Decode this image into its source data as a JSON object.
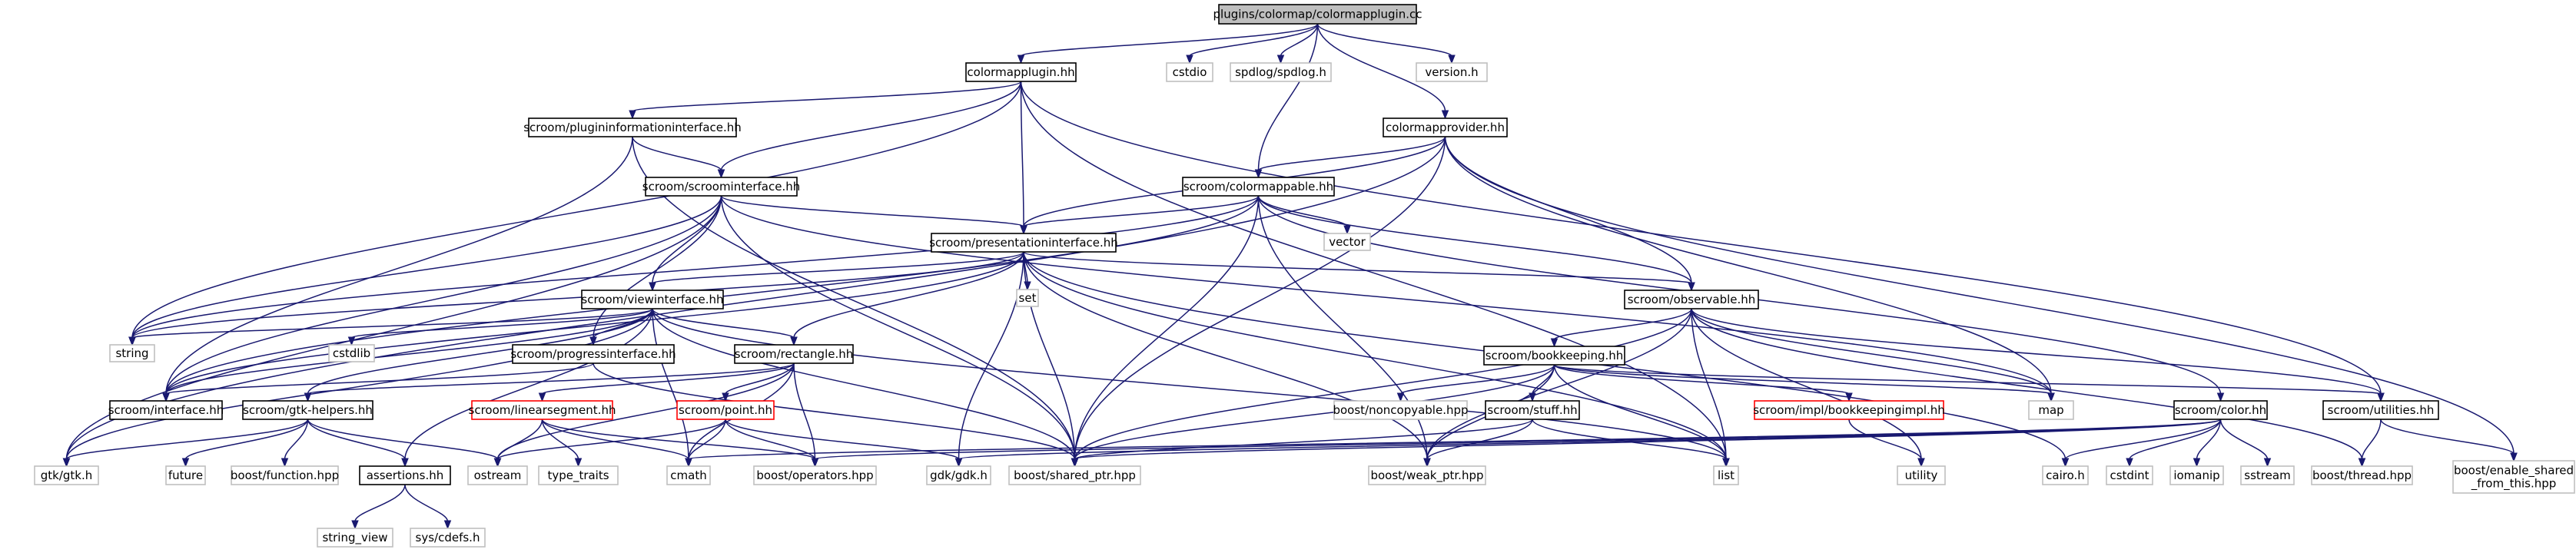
{
  "title": "plugins/colormap/colormapplugin.cc",
  "colors": {
    "edge": "#191970",
    "root_fill": "#bfbfbf",
    "root_stroke": "#000000",
    "documented_stroke": "#000000",
    "external_stroke": "#bfbfbf",
    "missing_stroke": "#ff0000",
    "node_fill": "#ffffff"
  },
  "nodes": [
    {
      "id": "root",
      "label": "plugins/colormap/colormapplugin.cc",
      "kind": "root"
    },
    {
      "id": "colormapplugin_hh",
      "label": "colormapplugin.hh",
      "kind": "documented"
    },
    {
      "id": "cstdio",
      "label": "cstdio",
      "kind": "external"
    },
    {
      "id": "spdlog",
      "label": "spdlog/spdlog.h",
      "kind": "external"
    },
    {
      "id": "version_h",
      "label": "version.h",
      "kind": "external"
    },
    {
      "id": "plugininfo",
      "label": "scroom/plugininformationinterface.hh",
      "kind": "documented"
    },
    {
      "id": "colormapprovider",
      "label": "colormapprovider.hh",
      "kind": "documented"
    },
    {
      "id": "scroominterface",
      "label": "scroom/scroominterface.hh",
      "kind": "documented"
    },
    {
      "id": "colormappable",
      "label": "scroom/colormappable.hh",
      "kind": "documented"
    },
    {
      "id": "vector",
      "label": "vector",
      "kind": "external"
    },
    {
      "id": "presentation",
      "label": "scroom/presentationinterface.hh",
      "kind": "documented"
    },
    {
      "id": "set",
      "label": "set",
      "kind": "external"
    },
    {
      "id": "viewinterface",
      "label": "scroom/viewinterface.hh",
      "kind": "documented"
    },
    {
      "id": "observable",
      "label": "scroom/observable.hh",
      "kind": "documented"
    },
    {
      "id": "string",
      "label": "string",
      "kind": "external"
    },
    {
      "id": "cstdlib",
      "label": "cstdlib",
      "kind": "external"
    },
    {
      "id": "progress",
      "label": "scroom/progressinterface.hh",
      "kind": "documented"
    },
    {
      "id": "rectangle",
      "label": "scroom/rectangle.hh",
      "kind": "documented"
    },
    {
      "id": "bookkeeping",
      "label": "scroom/bookkeeping.hh",
      "kind": "documented"
    },
    {
      "id": "interface",
      "label": "scroom/interface.hh",
      "kind": "documented"
    },
    {
      "id": "gtkhelpers",
      "label": "scroom/gtk-helpers.hh",
      "kind": "documented"
    },
    {
      "id": "linearsegment",
      "label": "scroom/linearsegment.hh",
      "kind": "missing"
    },
    {
      "id": "point",
      "label": "scroom/point.hh",
      "kind": "missing"
    },
    {
      "id": "noncopyable",
      "label": "boost/noncopyable.hpp",
      "kind": "external"
    },
    {
      "id": "stuff",
      "label": "scroom/stuff.hh",
      "kind": "documented"
    },
    {
      "id": "bookkeepingimpl",
      "label": "scroom/impl/bookkeepingimpl.hh",
      "kind": "missing"
    },
    {
      "id": "map",
      "label": "map",
      "kind": "external"
    },
    {
      "id": "color",
      "label": "scroom/color.hh",
      "kind": "documented"
    },
    {
      "id": "utilities",
      "label": "scroom/utilities.hh",
      "kind": "documented"
    },
    {
      "id": "gtk",
      "label": "gtk/gtk.h",
      "kind": "external"
    },
    {
      "id": "future",
      "label": "future",
      "kind": "external"
    },
    {
      "id": "function",
      "label": "boost/function.hpp",
      "kind": "external"
    },
    {
      "id": "assertions",
      "label": "assertions.hh",
      "kind": "documented"
    },
    {
      "id": "ostream",
      "label": "ostream",
      "kind": "external"
    },
    {
      "id": "type_traits",
      "label": "type_traits",
      "kind": "external"
    },
    {
      "id": "cmath",
      "label": "cmath",
      "kind": "external"
    },
    {
      "id": "operators",
      "label": "boost/operators.hpp",
      "kind": "external"
    },
    {
      "id": "gdk",
      "label": "gdk/gdk.h",
      "kind": "external"
    },
    {
      "id": "shared_ptr",
      "label": "boost/shared_ptr.hpp",
      "kind": "external"
    },
    {
      "id": "weak_ptr",
      "label": "boost/weak_ptr.hpp",
      "kind": "external"
    },
    {
      "id": "list",
      "label": "list",
      "kind": "external"
    },
    {
      "id": "utility",
      "label": "utility",
      "kind": "external"
    },
    {
      "id": "cairo",
      "label": "cairo.h",
      "kind": "external"
    },
    {
      "id": "cstdint",
      "label": "cstdint",
      "kind": "external"
    },
    {
      "id": "iomanip",
      "label": "iomanip",
      "kind": "external"
    },
    {
      "id": "sstream",
      "label": "sstream",
      "kind": "external"
    },
    {
      "id": "thread",
      "label": "boost/thread.hpp",
      "kind": "external"
    },
    {
      "id": "enable_shared",
      "label": "boost/enable_shared\n_from_this.hpp",
      "kind": "external"
    },
    {
      "id": "string_view",
      "label": "string_view",
      "kind": "external"
    },
    {
      "id": "cdefs",
      "label": "sys/cdefs.h",
      "kind": "external"
    }
  ],
  "edges": [
    [
      "root",
      "colormapplugin_hh"
    ],
    [
      "root",
      "cstdio"
    ],
    [
      "root",
      "spdlog"
    ],
    [
      "root",
      "version_h"
    ],
    [
      "root",
      "colormapprovider"
    ],
    [
      "root",
      "colormappable"
    ],
    [
      "colormapplugin_hh",
      "plugininfo"
    ],
    [
      "colormapplugin_hh",
      "scroominterface"
    ],
    [
      "colormapplugin_hh",
      "presentation"
    ],
    [
      "colormapplugin_hh",
      "string"
    ],
    [
      "colormapplugin_hh",
      "utilities"
    ],
    [
      "colormapplugin_hh",
      "list"
    ],
    [
      "plugininfo",
      "scroominterface"
    ],
    [
      "plugininfo",
      "interface"
    ],
    [
      "plugininfo",
      "shared_ptr"
    ],
    [
      "colormapprovider",
      "colormappable"
    ],
    [
      "colormapprovider",
      "presentation"
    ],
    [
      "colormapprovider",
      "observable"
    ],
    [
      "colormapprovider",
      "gtk"
    ],
    [
      "colormapprovider",
      "map"
    ],
    [
      "colormapprovider",
      "shared_ptr"
    ],
    [
      "colormapprovider",
      "enable_shared"
    ],
    [
      "scroominterface",
      "presentation"
    ],
    [
      "scroominterface",
      "viewinterface"
    ],
    [
      "scroominterface",
      "progress"
    ],
    [
      "scroominterface",
      "interface"
    ],
    [
      "scroominterface",
      "string"
    ],
    [
      "scroominterface",
      "gtk"
    ],
    [
      "scroominterface",
      "shared_ptr"
    ],
    [
      "scroominterface",
      "map"
    ],
    [
      "colormappable",
      "presentation"
    ],
    [
      "colormappable",
      "observable"
    ],
    [
      "colormappable",
      "vector"
    ],
    [
      "colormappable",
      "color"
    ],
    [
      "colormappable",
      "string"
    ],
    [
      "colormappable",
      "interface"
    ],
    [
      "colormappable",
      "shared_ptr"
    ],
    [
      "colormappable",
      "weak_ptr"
    ],
    [
      "presentation",
      "viewinterface"
    ],
    [
      "presentation",
      "observable"
    ],
    [
      "presentation",
      "rectangle"
    ],
    [
      "presentation",
      "set"
    ],
    [
      "presentation",
      "string"
    ],
    [
      "presentation",
      "gdk"
    ],
    [
      "presentation",
      "shared_ptr"
    ],
    [
      "presentation",
      "weak_ptr"
    ],
    [
      "presentation",
      "interface"
    ],
    [
      "presentation",
      "cairo"
    ],
    [
      "presentation",
      "list"
    ],
    [
      "viewinterface",
      "progress"
    ],
    [
      "viewinterface",
      "rectangle"
    ],
    [
      "viewinterface",
      "gtkhelpers"
    ],
    [
      "viewinterface",
      "interface"
    ],
    [
      "viewinterface",
      "string"
    ],
    [
      "viewinterface",
      "cstdlib"
    ],
    [
      "viewinterface",
      "gtk"
    ],
    [
      "viewinterface",
      "cmath"
    ],
    [
      "viewinterface",
      "shared_ptr"
    ],
    [
      "viewinterface",
      "assertions"
    ],
    [
      "viewinterface",
      "list"
    ],
    [
      "observable",
      "bookkeeping"
    ],
    [
      "observable",
      "utilities"
    ],
    [
      "observable",
      "map"
    ],
    [
      "observable",
      "list"
    ],
    [
      "observable",
      "shared_ptr"
    ],
    [
      "observable",
      "weak_ptr"
    ],
    [
      "observable",
      "thread"
    ],
    [
      "observable",
      "utility"
    ],
    [
      "progress",
      "interface"
    ],
    [
      "progress",
      "shared_ptr"
    ],
    [
      "rectangle",
      "linearsegment"
    ],
    [
      "rectangle",
      "point"
    ],
    [
      "rectangle",
      "operators"
    ],
    [
      "rectangle",
      "ostream"
    ],
    [
      "rectangle",
      "cmath"
    ],
    [
      "rectangle",
      "gtkhelpers"
    ],
    [
      "bookkeeping",
      "noncopyable"
    ],
    [
      "bookkeeping",
      "stuff"
    ],
    [
      "bookkeeping",
      "bookkeepingimpl"
    ],
    [
      "bookkeeping",
      "map"
    ],
    [
      "bookkeeping",
      "list"
    ],
    [
      "bookkeeping",
      "shared_ptr"
    ],
    [
      "bookkeeping",
      "weak_ptr"
    ],
    [
      "bookkeeping",
      "utilities"
    ],
    [
      "gtkhelpers",
      "gtk"
    ],
    [
      "gtkhelpers",
      "future"
    ],
    [
      "gtkhelpers",
      "function"
    ],
    [
      "gtkhelpers",
      "assertions"
    ],
    [
      "gtkhelpers",
      "ostream"
    ],
    [
      "linearsegment",
      "ostream"
    ],
    [
      "linearsegment",
      "type_traits"
    ],
    [
      "linearsegment",
      "cmath"
    ],
    [
      "linearsegment",
      "operators"
    ],
    [
      "point",
      "ostream"
    ],
    [
      "point",
      "cmath"
    ],
    [
      "point",
      "operators"
    ],
    [
      "point",
      "gdk"
    ],
    [
      "stuff",
      "weak_ptr"
    ],
    [
      "stuff",
      "list"
    ],
    [
      "stuff",
      "shared_ptr"
    ],
    [
      "bookkeepingimpl",
      "utility"
    ],
    [
      "color",
      "cairo"
    ],
    [
      "color",
      "cstdint"
    ],
    [
      "color",
      "iomanip"
    ],
    [
      "color",
      "sstream"
    ],
    [
      "color",
      "cmath"
    ],
    [
      "color",
      "operators"
    ],
    [
      "color",
      "gdk"
    ],
    [
      "color",
      "shared_ptr"
    ],
    [
      "utilities",
      "thread"
    ],
    [
      "utilities",
      "enable_shared"
    ],
    [
      "assertions",
      "string_view"
    ],
    [
      "assertions",
      "cdefs"
    ]
  ]
}
